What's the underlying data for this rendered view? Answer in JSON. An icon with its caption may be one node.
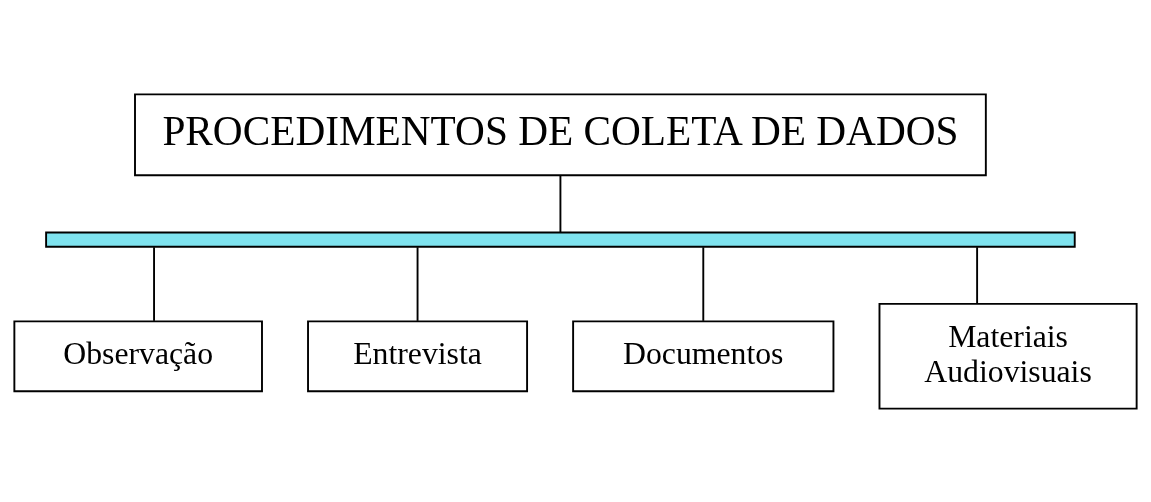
{
  "diagram": {
    "nodes": [
      {
        "text": [
          "PROCEDIMENTOS DE COLETA DE DADOS"
        ]
      },
      {
        "text": [],
        "shape": "bar"
      },
      {
        "text": [
          "Observação"
        ]
      },
      {
        "text": [
          "Entrevista"
        ]
      },
      {
        "text": [
          "Documentos"
        ]
      },
      {
        "text": [
          "Materiais Audiovisuais"
        ]
      }
    ],
    "edges": [
      {
        "from": 0,
        "to": 1,
        "arrow": "none"
      },
      {
        "from": 1,
        "to": 2,
        "arrow": "none"
      },
      {
        "from": 1,
        "to": 3,
        "arrow": "none"
      },
      {
        "from": 1,
        "to": 4,
        "arrow": "none"
      },
      {
        "from": 1,
        "to": 5,
        "arrow": "none"
      }
    ]
  }
}
